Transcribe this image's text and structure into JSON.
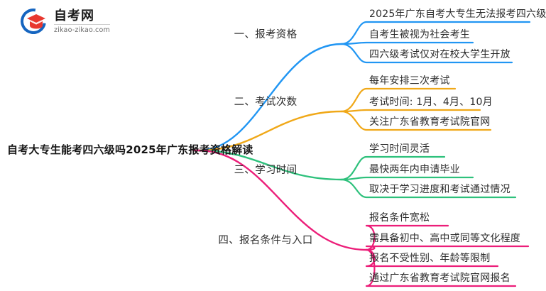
{
  "logo": {
    "title": "自考网",
    "subtitle": "zikao-zikao.com",
    "mark_icon": "graduation-cap-icon",
    "ring_color": "#1565c0",
    "cap_color": "#e8382f"
  },
  "mindmap": {
    "root": {
      "text": "自考大专生能考四六级吗2025年广东报考资格解读"
    },
    "branches": [
      {
        "label": "一、报考资格",
        "color": "#2196f3",
        "children": [
          {
            "text": "2025年广东自考大专生无法报考四六级"
          },
          {
            "text": "自考生被视为社会考生"
          },
          {
            "text": "四六级考试仅对在校大学生开放"
          }
        ]
      },
      {
        "label": "二、考试次数",
        "color": "#f0a818",
        "children": [
          {
            "text": "每年安排三次考试"
          },
          {
            "text": "考试时间: 1月、4月、10月"
          },
          {
            "text": "关注广东省教育考试院官网"
          }
        ]
      },
      {
        "label": "三、学习时间",
        "color": "#2ec17c",
        "children": [
          {
            "text": "学习时间灵活"
          },
          {
            "text": "最快两年内申请毕业"
          },
          {
            "text": "取决于学习进度和考试通过情况"
          }
        ]
      },
      {
        "label": "四、报名条件与入口",
        "color": "#ec1e79",
        "children": [
          {
            "text": "报名条件宽松"
          },
          {
            "text": "需具备初中、高中或同等文化程度"
          },
          {
            "text": "报名不受性别、年龄等限制"
          },
          {
            "text": "通过广东省教育考试院官网报名"
          }
        ]
      }
    ]
  }
}
